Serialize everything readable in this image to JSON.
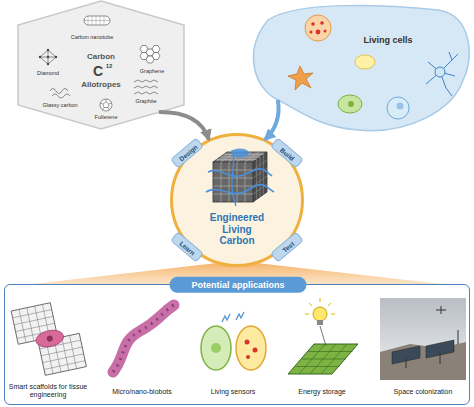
{
  "diagram": {
    "nodes": [
      {
        "text": [
          "Carbon nanotube",
          "Diamond",
          "Graphene",
          "Carbon",
          "C",
          "12",
          "Allotropes",
          "Glassy carbon",
          "Graphite",
          "Fullerene"
        ]
      },
      {
        "text": [
          "Living cells"
        ]
      },
      {
        "text": [
          "Engineered Living Carbon"
        ]
      },
      {
        "text": [
          "Design"
        ],
        "in": 2
      },
      {
        "text": [
          "Build"
        ],
        "in": 2
      },
      {
        "text": [
          "Test"
        ],
        "in": 2
      },
      {
        "text": [
          "Learn"
        ],
        "in": 2
      },
      {
        "text": [
          "Potential applications"
        ]
      }
    ],
    "edges": [
      {
        "from": 0,
        "to": 2,
        "arrow": "to"
      },
      {
        "from": 1,
        "to": 2,
        "arrow": "to"
      }
    ],
    "labels": [
      "Smart scaffolds for tissue engineering",
      "Micro/nano-biobots",
      "Living sensors",
      "Energy storage",
      "Space colonization"
    ]
  }
}
